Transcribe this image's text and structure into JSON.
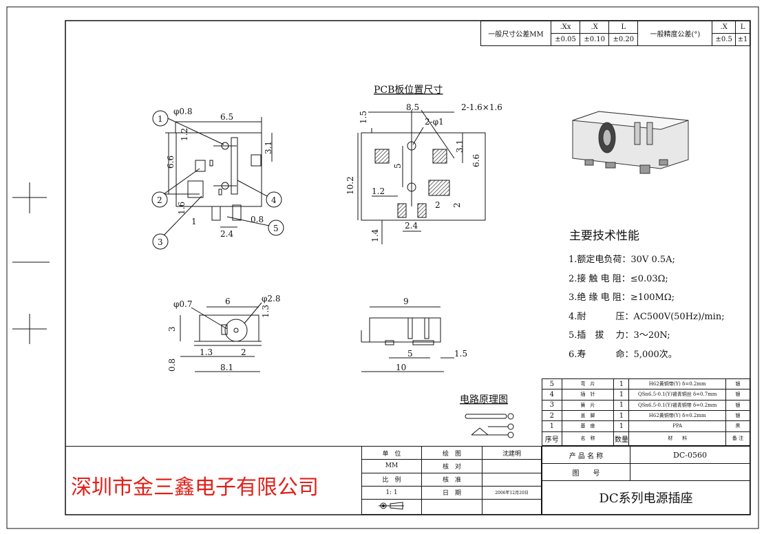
{
  "tolerance": {
    "linear_label": "一般尺寸公差MM",
    "linear_cols": [
      ".Xx",
      ".X",
      "L"
    ],
    "linear_vals": [
      "±0.05",
      "±0.10",
      "±0.20"
    ],
    "angle_label": "一般精度公差(°)",
    "angle_cols": [
      ".X",
      "L"
    ],
    "angle_vals": [
      "±0.5",
      "±1"
    ]
  },
  "drawings": {
    "pcb_title": "PCB板位置尺寸",
    "circuit_title": "电路原理图",
    "top_view": {
      "dims": [
        "φ0.8",
        "6.5",
        "1.2",
        "3.1",
        "6.6",
        "1.6",
        "1",
        "0.8",
        "2.4"
      ],
      "callouts": [
        "1",
        "2",
        "3",
        "4",
        "5"
      ]
    },
    "pcb": {
      "dims": [
        "8.5",
        "2-1.6×1.6",
        "1.5",
        "2-φ1",
        "3.1",
        "6.6",
        "10.2",
        "5",
        "1.2",
        "2",
        "2",
        "1.4",
        "2.4"
      ]
    },
    "front_view": {
      "dims": [
        "φ0.7",
        "6",
        "φ2.8",
        "1.3",
        "3",
        "1.3",
        "2",
        "0.8",
        "8.1"
      ]
    },
    "side_view": {
      "dims": [
        "9",
        "5",
        "1.5",
        "10"
      ]
    }
  },
  "specs": {
    "title": "主要技术性能",
    "items": [
      {
        "label": "1.额定电负荷：",
        "value": "30V 0.5A;"
      },
      {
        "label": "2.接 触 电 阻：",
        "value": "≤0.03Ω;"
      },
      {
        "label": "3.绝 缘 电 阻：",
        "value": "≥100MΩ;"
      },
      {
        "label": "4.耐　　　 压：",
        "value": "AC500V(50Hz)/min;"
      },
      {
        "label": "5.插　拔　 力：",
        "value": "3～20N;"
      },
      {
        "label": "6.寿　　　 命：",
        "value": "5,000次。"
      }
    ]
  },
  "bom": {
    "rows": [
      {
        "no": "5",
        "name": "弯　片",
        "qty": "1",
        "material": "H62黄铜带(Y) δ=0.2mm",
        "note": "银"
      },
      {
        "no": "4",
        "name": "插　针",
        "qty": "1",
        "material": "QSn6.5-0.1(Y)锡青铜丝 δ=0.7mm",
        "note": "银"
      },
      {
        "no": "3",
        "name": "簧　片",
        "qty": "1",
        "material": "QSn6.5-0.1(Y)锡青铜带 δ=0.2mm",
        "note": "银"
      },
      {
        "no": "2",
        "name": "盖　脚",
        "qty": "1",
        "material": "H62黄铜带(Y) δ=0.2mm",
        "note": "银"
      },
      {
        "no": "1",
        "name": "基　座",
        "qty": "1",
        "material": "PPA",
        "note": "黑"
      }
    ],
    "header": {
      "no": "序号",
      "name": "名　称",
      "qty": "数量",
      "material": "材　　料",
      "note": "备 注"
    }
  },
  "title_block": {
    "company": "深圳市金三鑫电子有限公司",
    "unit_label": "单　位",
    "unit_value": "MM",
    "scale_label": "比　例",
    "scale_value": "1: 1",
    "drawn_label": "绘　图",
    "drawn_value": "沈建明",
    "checked_label": "核　对",
    "approved_label": "核　准",
    "date_label": "日　期",
    "date_value": "2006年12月20日",
    "product_name_label": "产 品 名 称",
    "product_name_value": "DC-0560",
    "drawing_no_label": "图　　号",
    "title": "DC系列电源插座"
  },
  "colors": {
    "company": "#e0201a",
    "line": "#111111"
  }
}
